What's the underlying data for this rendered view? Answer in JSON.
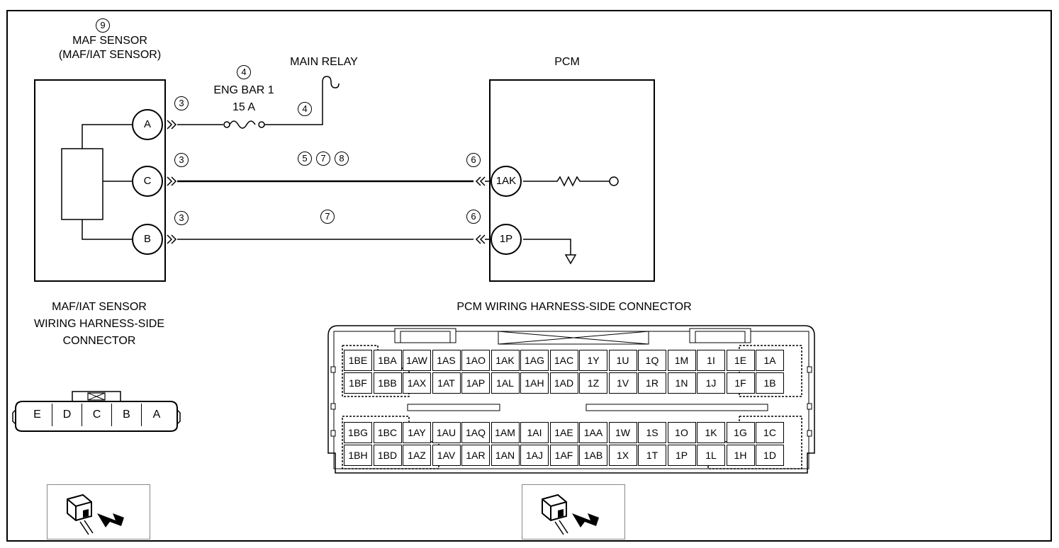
{
  "maf_sensor": {
    "ref_number": "9",
    "title_line1": "MAF SENSOR",
    "title_line2": "(MAF/IAT SENSOR)",
    "pins": [
      "A",
      "C",
      "B"
    ],
    "connector_caption_line1": "MAF/IAT SENSOR",
    "connector_caption_line2": "WIRING HARNESS-SIDE",
    "connector_caption_line3": "CONNECTOR",
    "connector_pins": [
      "E",
      "D",
      "C",
      "B",
      "A"
    ]
  },
  "fuse": {
    "ref_number": "4",
    "name": "ENG BAR 1",
    "rating": "15 A"
  },
  "main_relay": {
    "label": "MAIN RELAY",
    "ref_number": "4"
  },
  "wires": {
    "a_connector_ref": "3",
    "c_connector_ref": "3",
    "b_connector_ref": "3",
    "c_wire_refs": [
      "5",
      "7",
      "8"
    ],
    "b_wire_refs": [
      "7"
    ],
    "pcm_1ak_ref": "6",
    "pcm_1p_ref": "6"
  },
  "pcm": {
    "label": "PCM",
    "pins": [
      "1AK",
      "1P"
    ],
    "connector_caption": "PCM WIRING HARNESS-SIDE CONNECTOR",
    "rows": [
      [
        "1BE",
        "1BA",
        "1AW",
        "1AS",
        "1AO",
        "1AK",
        "1AG",
        "1AC",
        "1Y",
        "1U",
        "1Q",
        "1M",
        "1I",
        "1E",
        "1A"
      ],
      [
        "1BF",
        "1BB",
        "1AX",
        "1AT",
        "1AP",
        "1AL",
        "1AH",
        "1AD",
        "1Z",
        "1V",
        "1R",
        "1N",
        "1J",
        "1F",
        "1B"
      ],
      [
        "1BG",
        "1BC",
        "1AY",
        "1AU",
        "1AQ",
        "1AM",
        "1AI",
        "1AE",
        "1AA",
        "1W",
        "1S",
        "1O",
        "1K",
        "1G",
        "1C"
      ],
      [
        "1BH",
        "1BD",
        "1AZ",
        "1AV",
        "1AR",
        "1AN",
        "1AJ",
        "1AF",
        "1AB",
        "1X",
        "1T",
        "1P",
        "1L",
        "1H",
        "1D"
      ]
    ]
  },
  "icons": {
    "left_icon": "connector-view-icon",
    "right_icon": "connector-view-icon"
  }
}
